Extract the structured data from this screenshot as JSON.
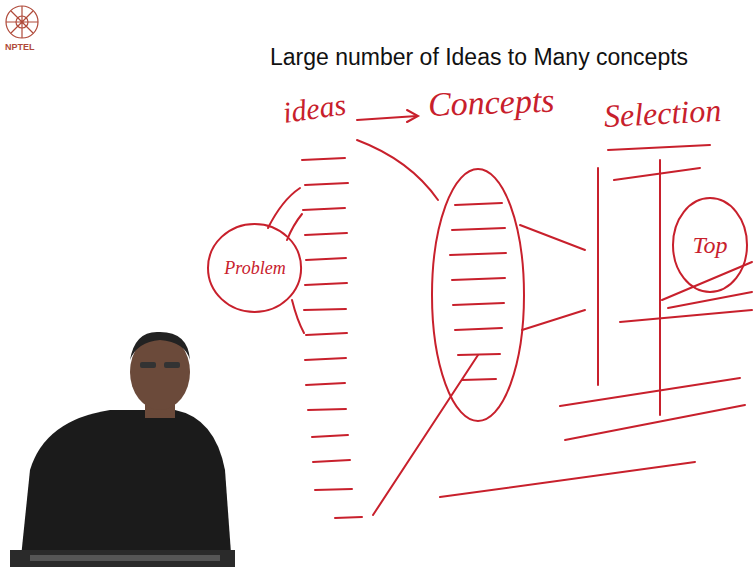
{
  "diagram": {
    "title": "Large number of Ideas to Many concepts",
    "nodes": [
      {
        "text": [
          "Problem"
        ]
      },
      {
        "text": [
          "Top"
        ]
      }
    ],
    "labels": [
      "NPTEL",
      "ideas",
      "Concepts",
      "Selection"
    ]
  }
}
